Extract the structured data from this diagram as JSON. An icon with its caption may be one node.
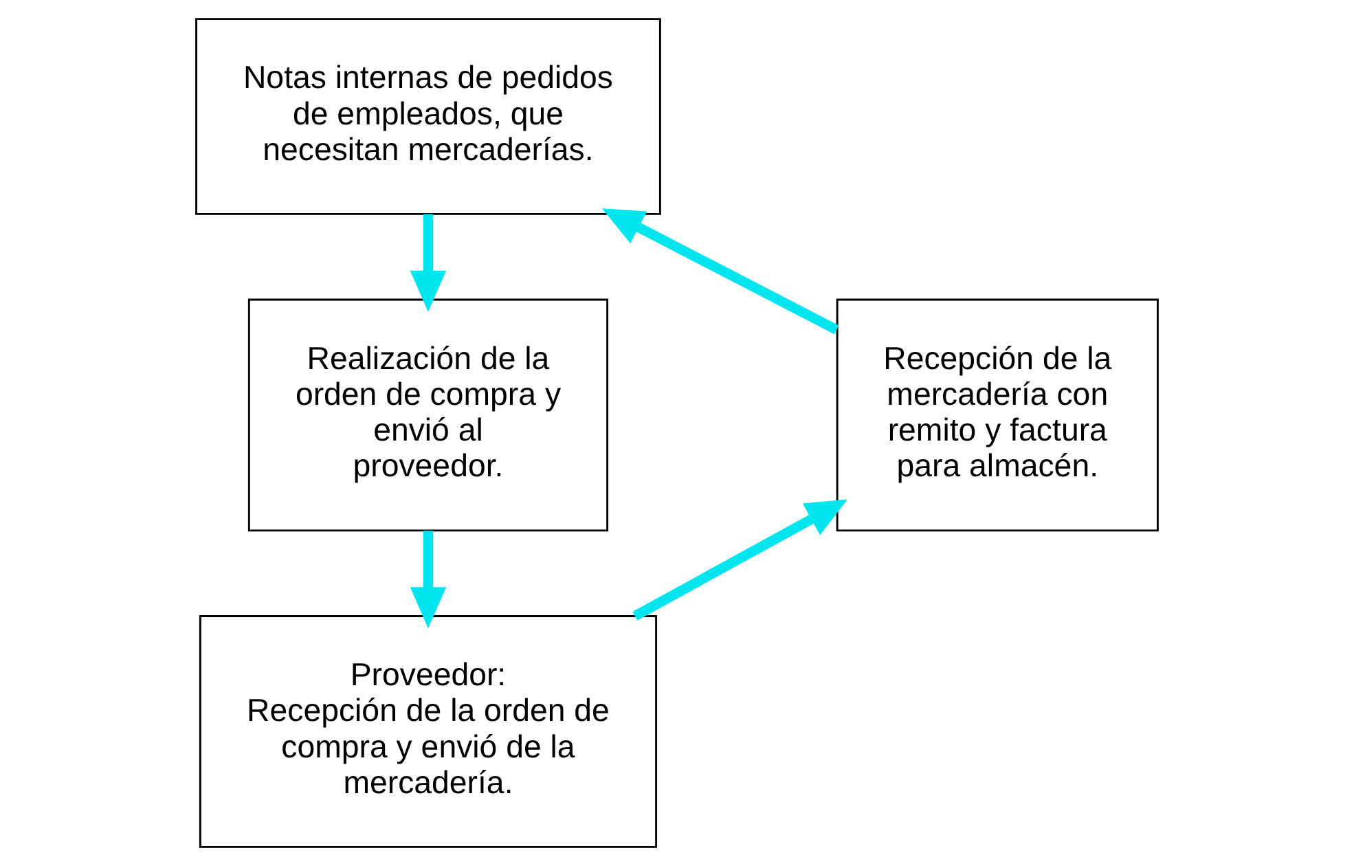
{
  "diagram": {
    "nodes": [
      {
        "text": [
          "Notas internas de pedidos de empleados, que necesitan mercaderías."
        ]
      },
      {
        "text": [
          "Realización de la orden de compra y envió al proveedor."
        ]
      },
      {
        "text": [
          "Proveedor:",
          "Recepción de la orden de compra y envió de la mercadería."
        ]
      },
      {
        "text": [
          "Recepción de la mercadería con remito y factura para almacén."
        ]
      }
    ],
    "edges": [
      {
        "from": 0,
        "to": 1,
        "arrow": "to"
      },
      {
        "from": 1,
        "to": 2,
        "arrow": "to"
      },
      {
        "from": 2,
        "to": 3,
        "arrow": "to"
      },
      {
        "from": 3,
        "to": 0,
        "arrow": "to"
      }
    ]
  }
}
